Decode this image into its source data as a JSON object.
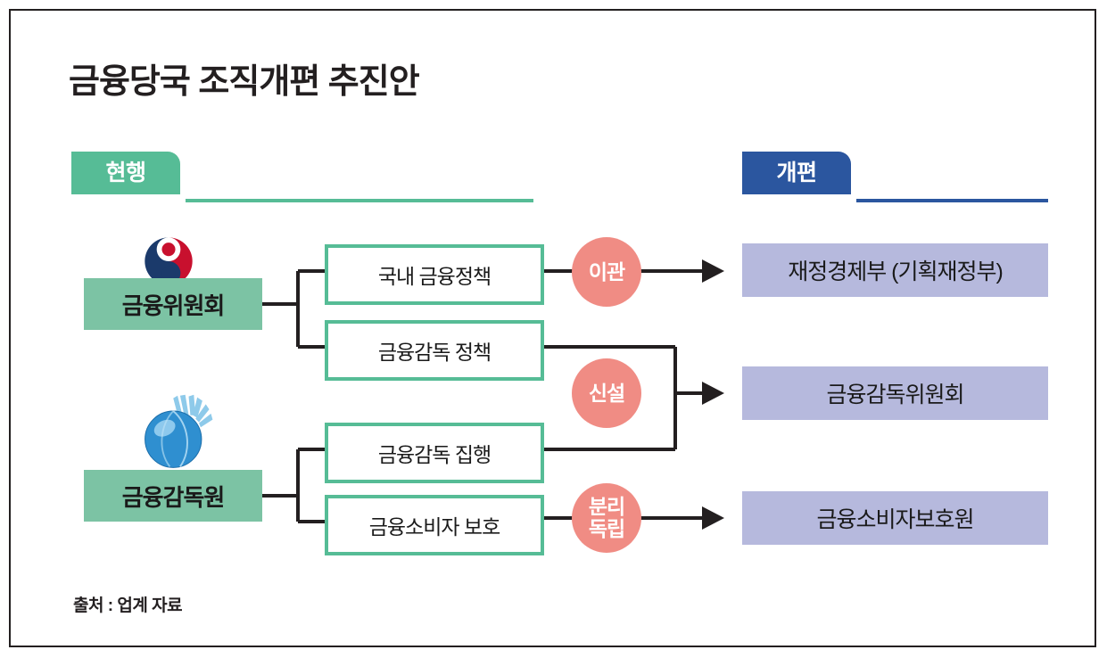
{
  "title": "금융당국 조직개편 추진안",
  "tabs": {
    "current": {
      "label": "현행",
      "color": "#56bc96"
    },
    "reform": {
      "label": "개편",
      "color": "#2b569f"
    }
  },
  "current_agencies": [
    {
      "name": "금융위원회",
      "emblem": "taegeuk-emblem-icon",
      "color": "#7cc3a4"
    },
    {
      "name": "금융감독원",
      "emblem": "globe-rays-emblem-icon",
      "color": "#7cc3a4"
    }
  ],
  "functions": [
    {
      "label": "국내 금융정책",
      "parent": "금융위원회"
    },
    {
      "label": "금융감독 정책",
      "parent": "금융위원회"
    },
    {
      "label": "금융감독 집행",
      "parent": "금융감독원"
    },
    {
      "label": "금융소비자 보호",
      "parent": "금융감독원"
    }
  ],
  "actions": [
    {
      "label": "이관",
      "lines": [
        "이관"
      ],
      "color": "#f08c84"
    },
    {
      "label": "신설",
      "lines": [
        "신설"
      ],
      "color": "#f08c84"
    },
    {
      "label": "분리독립",
      "lines": [
        "분리",
        "독립"
      ],
      "color": "#f08c84"
    }
  ],
  "results": [
    {
      "label": "재정경제부 (기획재정부)",
      "color": "#b6b9dd"
    },
    {
      "label": "금융감독위원회",
      "color": "#b6b9dd"
    },
    {
      "label": "금융소비자보호원",
      "color": "#b6b9dd"
    }
  ],
  "mapping": [
    {
      "from": [
        "국내 금융정책"
      ],
      "action": "이관",
      "to": "재정경제부 (기획재정부)"
    },
    {
      "from": [
        "금융감독 정책",
        "금융감독 집행"
      ],
      "action": "신설",
      "to": "금융감독위원회"
    },
    {
      "from": [
        "금융소비자 보호"
      ],
      "action": "분리독립",
      "to": "금융소비자보호원"
    }
  ],
  "source_note": "출처 : 업계 자료",
  "colors": {
    "green": "#56bc96",
    "green_fill": "#7cc3a4",
    "blue": "#2b569f",
    "purple": "#b6b9dd",
    "coral": "#f08c84",
    "ink": "#231f20"
  }
}
